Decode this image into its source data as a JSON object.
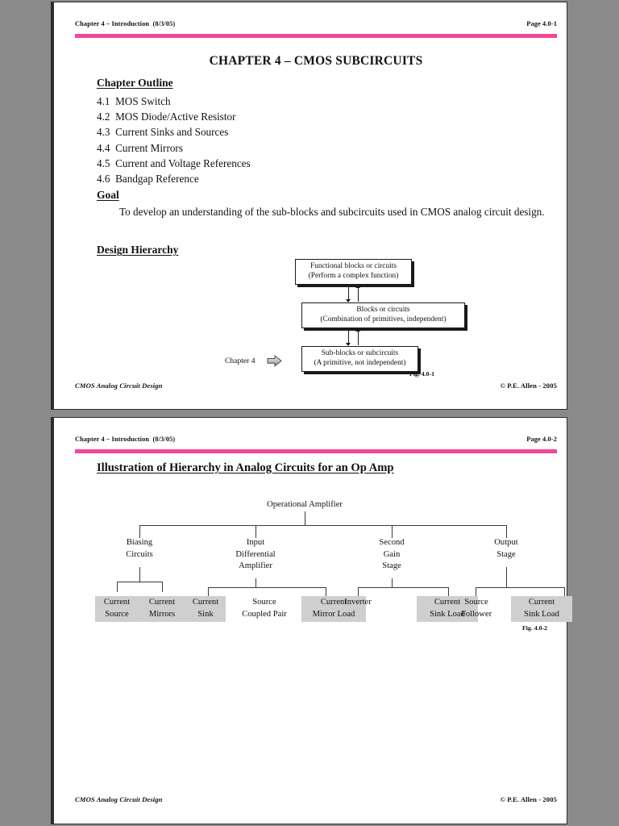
{
  "colors": {
    "accent_pink": "#f0479a",
    "shaded_box": "#cfcfcf",
    "page_background": "#ffffff",
    "canvas_background": "#8a8a8a",
    "rule": "#1a1a1a"
  },
  "page1": {
    "header": {
      "left": "Chapter 4 – Introduction  (8/3/05)",
      "right": "Page 4.0-1"
    },
    "title": "CHAPTER 4 – CMOS SUBCIRCUITS",
    "chapter_outline": {
      "heading": "Chapter Outline",
      "items": [
        "4.1  MOS Switch",
        "4.2  MOS Diode/Active Resistor",
        "4.3  Current Sinks and Sources",
        "4.4  Current Mirrors",
        "4.5  Current and Voltage References",
        "4.6  Bandgap Reference"
      ]
    },
    "goal": {
      "heading": "Goal",
      "body": "To develop an understanding of the sub-blocks and subcircuits used in CMOS analog circuit design."
    },
    "design_hierarchy": {
      "heading": "Design Hierarchy",
      "boxes": [
        {
          "line1": "Functional blocks or circuits",
          "line2": "(Perform a complex function)"
        },
        {
          "line1": "Blocks or circuits",
          "line2": "(Combination of primitives, independent)"
        },
        {
          "line1": "Sub-blocks or subcircuits",
          "line2": "(A primitive, not independent)"
        }
      ],
      "pointer_label": "Chapter 4",
      "figure_caption": "Fig. 4.0-1"
    },
    "footer": {
      "left": "CMOS Analog Circuit Design",
      "right": "© P.E. Allen - 2005"
    }
  },
  "page2": {
    "header": {
      "left": "Chapter 4 – Introduction  (8/3/05)",
      "right": "Page 4.0-2"
    },
    "title": "Illustration of Hierarchy in Analog Circuits for an Op Amp",
    "tree": {
      "root": "Operational Amplifier",
      "branches": [
        {
          "lines": [
            "Biasing",
            "Circuits"
          ],
          "leaves": [
            {
              "lines": [
                "Current",
                "Source"
              ],
              "shaded": true
            },
            {
              "lines": [
                "Current",
                "Mirrors"
              ],
              "shaded": true
            },
            {
              "lines": [
                "Current",
                "Sink"
              ],
              "shaded": true
            }
          ]
        },
        {
          "lines": [
            "Input",
            "Differential",
            "Amplifier"
          ],
          "leaves": [
            {
              "lines": [
                "Source",
                "Coupled Pair"
              ],
              "shaded": false
            },
            {
              "lines": [
                "Current",
                "Mirror Load"
              ],
              "shaded": true
            }
          ]
        },
        {
          "lines": [
            "Second",
            "Gain",
            "Stage"
          ],
          "leaves": [
            {
              "lines": [
                "Inverter"
              ],
              "shaded": false
            },
            {
              "lines": [
                "Current",
                "Sink Load"
              ],
              "shaded": true
            }
          ]
        },
        {
          "lines": [
            "Output",
            "Stage"
          ],
          "leaves": [
            {
              "lines": [
                "Source",
                "Follower"
              ],
              "shaded": false
            },
            {
              "lines": [
                "Current",
                "Sink Load"
              ],
              "shaded": true
            }
          ]
        }
      ],
      "figure_caption": "Fig. 4.0-2"
    },
    "footer": {
      "left": "CMOS Analog Circuit Design",
      "right": "© P.E. Allen - 2005"
    }
  }
}
